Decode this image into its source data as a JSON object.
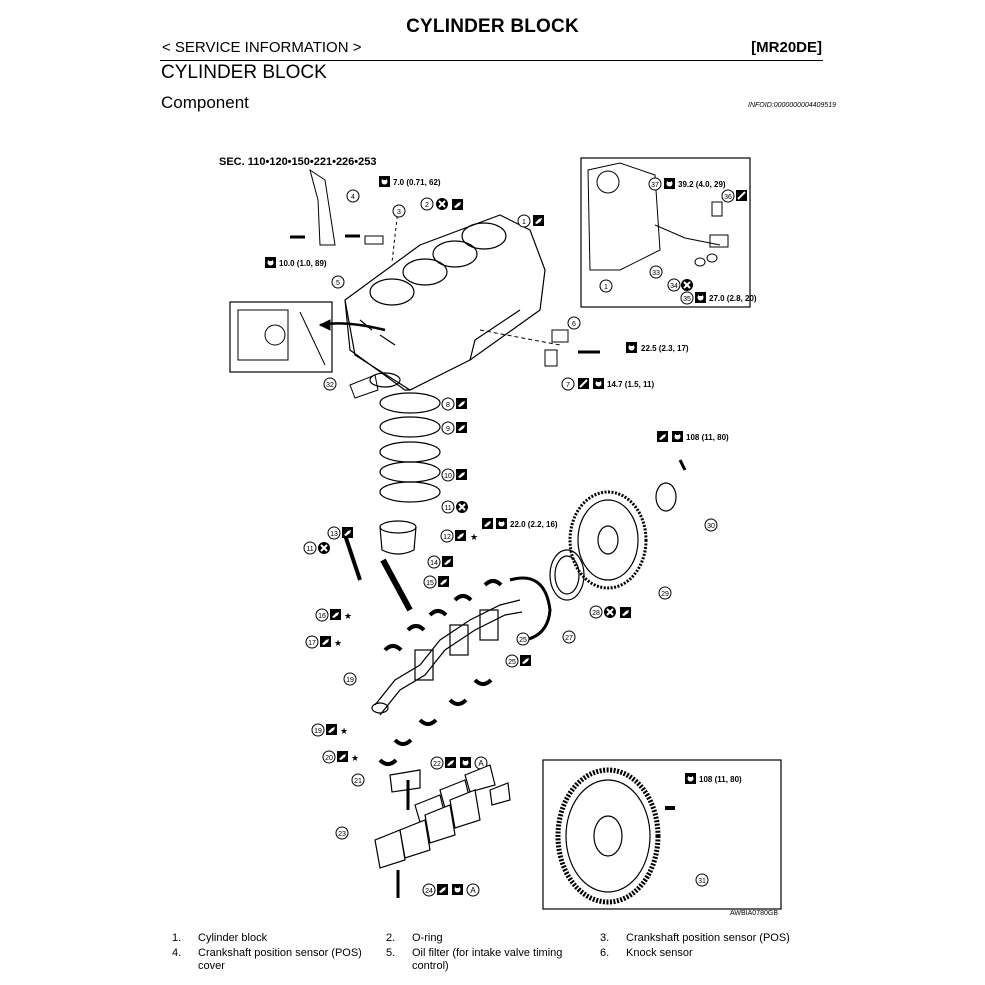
{
  "header": {
    "doc_title": "CYLINDER BLOCK",
    "section_tag": "< SERVICE INFORMATION >",
    "model_tag": "[MR20DE]",
    "section_title": "CYLINDER BLOCK",
    "subsection": "Component",
    "info_id": "INFOID:0000000004409519"
  },
  "diagram": {
    "sec_label": "SEC. 110•120•150•221•226•253",
    "figure_code": "AWBIA0780GB",
    "torque_specs": [
      "7.0 (0.71, 62)",
      "10.0 (1.0, 89)",
      "22.5 (2.3, 17)",
      "14.7 (1.5, 11)",
      "108 (11, 80)",
      "22.0 (2.2, 16)",
      "39.2 (4.0, 29)",
      "27.0 (2.8, 20)",
      "108 (11, 80)"
    ],
    "callouts": [
      "1",
      "2",
      "3",
      "4",
      "5",
      "6",
      "7",
      "8",
      "9",
      "10",
      "11",
      "12",
      "13",
      "11",
      "14",
      "15",
      "16",
      "17",
      "19",
      "20",
      "21",
      "22",
      "23",
      "24",
      "25",
      "25",
      "27",
      "28",
      "29",
      "30",
      "31",
      "32",
      "33",
      "34",
      "35",
      "36",
      "37",
      "1"
    ],
    "marks": {
      "a": "A",
      "star": "★"
    }
  },
  "legend": {
    "rows": [
      [
        {
          "num": "1.",
          "text": "Cylinder block"
        },
        {
          "num": "2.",
          "text": "O-ring"
        },
        {
          "num": "3.",
          "text": "Crankshaft position sensor (POS)"
        }
      ],
      [
        {
          "num": "4.",
          "text": "Crankshaft position sensor (POS) cover"
        },
        {
          "num": "5.",
          "text": "Oil filter (for intake valve timing control)"
        },
        {
          "num": "6.",
          "text": "Knock sensor"
        }
      ]
    ]
  }
}
